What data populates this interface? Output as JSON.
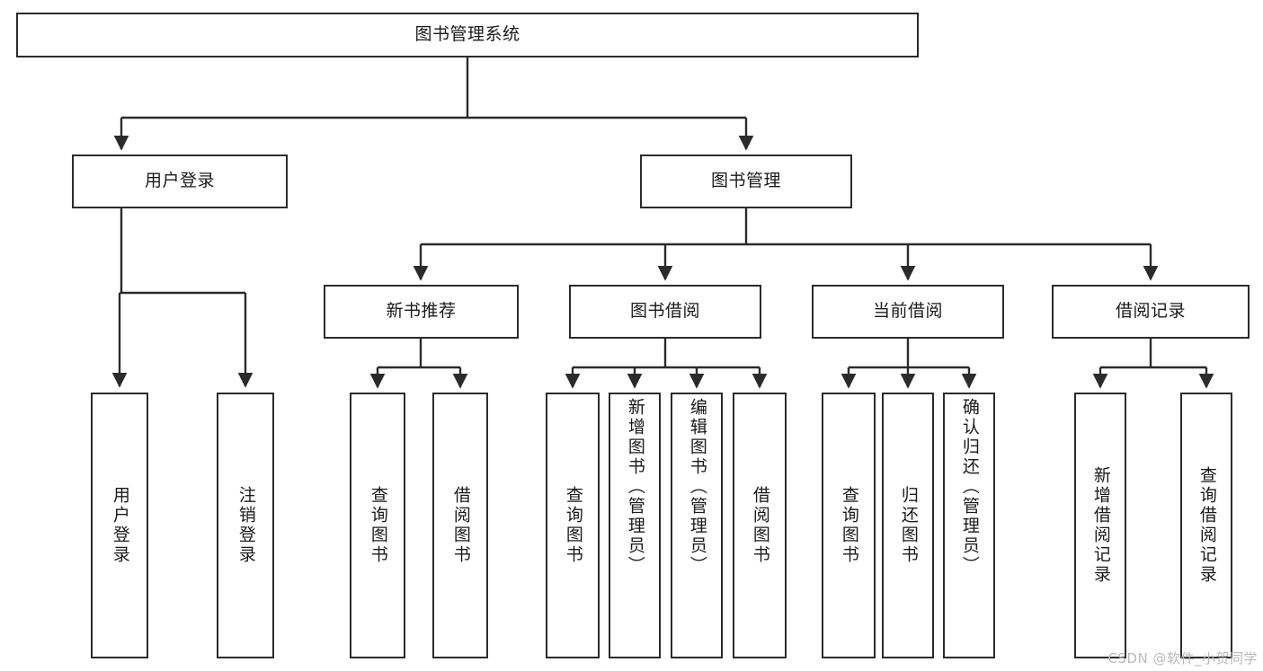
{
  "diagram": {
    "title": "图书管理系统",
    "watermark": "CSDN @软件_小贺同学",
    "type": "tree-hierarchy-chart",
    "colors": {
      "stroke": "#2b2b2b",
      "fill": "#ffffff",
      "text": "#1a1a1a",
      "watermark": "#b9b9b9"
    },
    "root": {
      "label": "图书管理系统",
      "id": "root"
    },
    "level2": [
      {
        "id": "user-login",
        "label": "用户登录"
      },
      {
        "id": "book-manage",
        "label": "图书管理"
      }
    ],
    "level3": [
      {
        "id": "new-book-rec",
        "label": "新书推荐",
        "parent": "book-manage"
      },
      {
        "id": "book-borrow",
        "label": "图书借阅",
        "parent": "book-manage"
      },
      {
        "id": "current-borrow",
        "label": "当前借阅",
        "parent": "book-manage"
      },
      {
        "id": "borrow-record",
        "label": "借阅记录",
        "parent": "book-manage"
      }
    ],
    "leaves": {
      "user_login": [
        {
          "id": "leaf-user-login",
          "label": "用户登录"
        },
        {
          "id": "leaf-logout",
          "label": "注销登录"
        }
      ],
      "new_book_rec": [
        {
          "id": "leaf-query-book-1",
          "label": "查询图书"
        },
        {
          "id": "leaf-borrow-book-1",
          "label": "借阅图书"
        }
      ],
      "book_borrow": [
        {
          "id": "leaf-query-book-2",
          "label": "查询图书"
        },
        {
          "id": "leaf-add-book",
          "label": "新增图书（管理员）"
        },
        {
          "id": "leaf-edit-book",
          "label": "编辑图书（管理员）"
        },
        {
          "id": "leaf-borrow-book-2",
          "label": "借阅图书"
        }
      ],
      "current_borrow": [
        {
          "id": "leaf-query-book-3",
          "label": "查询图书"
        },
        {
          "id": "leaf-return-book",
          "label": "归还图书"
        },
        {
          "id": "leaf-confirm-return",
          "label": "确认归还（管理员）"
        }
      ],
      "borrow_record": [
        {
          "id": "leaf-add-record",
          "label": "新增借阅记录"
        },
        {
          "id": "leaf-query-record",
          "label": "查询借阅记录"
        }
      ]
    }
  }
}
